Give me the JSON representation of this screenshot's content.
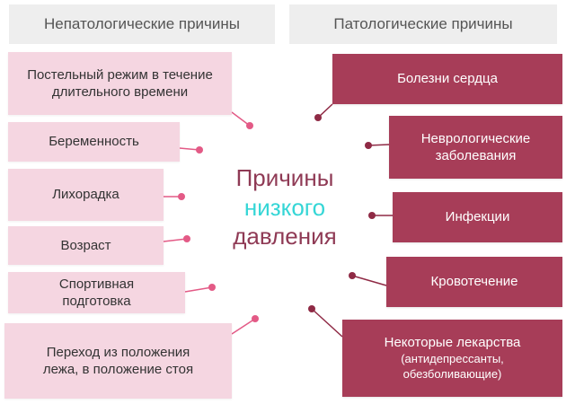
{
  "headers": {
    "left": "Непатологические причины",
    "right": "Патологические причины"
  },
  "center": {
    "line1": "Причины",
    "line2": "низкого",
    "line3": "давления"
  },
  "left_items": [
    {
      "line1": "Постельный режим в течение",
      "line2": "длительного времени"
    },
    {
      "line1": "Беременность"
    },
    {
      "line1": "Лихорадка"
    },
    {
      "line1": "Возраст"
    },
    {
      "line1": "Спортивная",
      "line2": "подготовка"
    },
    {
      "line1": "Переход из положения",
      "line2": "лежа, в положение стоя"
    }
  ],
  "right_items": [
    {
      "line1": "Болезни сердца"
    },
    {
      "line1": "Неврологические",
      "line2": "заболевания"
    },
    {
      "line1": "Инфекции"
    },
    {
      "line1": "Кровотечение"
    },
    {
      "line1": "Некоторые лекарства",
      "sub1": "(антидепрессанты,",
      "sub2": "обезболивающие)"
    }
  ],
  "colors": {
    "left_box": "#f5d6e1",
    "left_connector": "#e35a86",
    "right_box": "#a73d58",
    "right_connector": "#8f2a45",
    "center_accent": "#35d6d6"
  }
}
